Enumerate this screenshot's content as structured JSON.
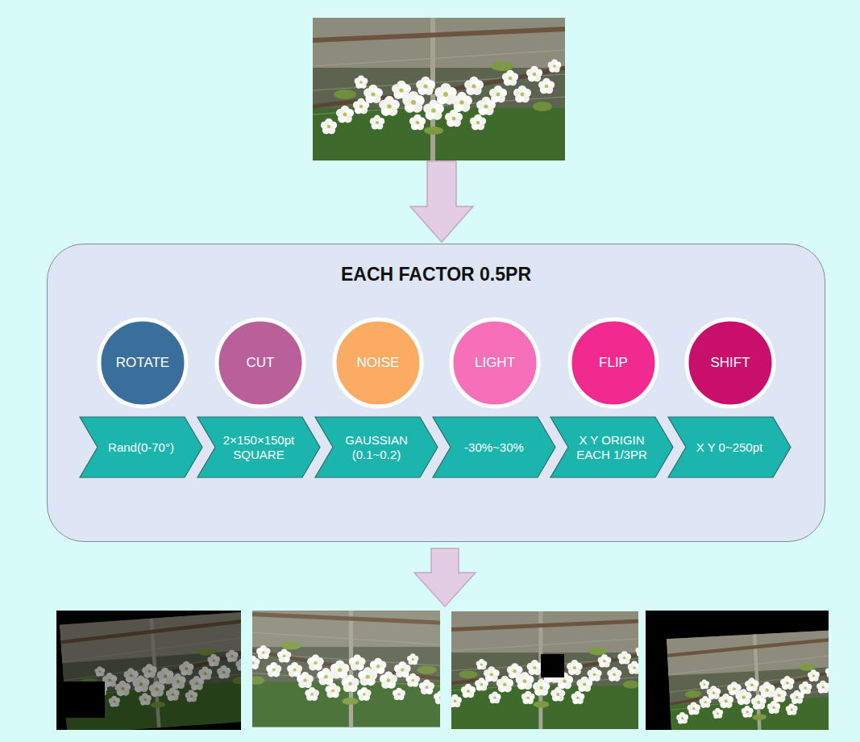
{
  "diagram": {
    "nodes": [
      {
        "text": [
          "EACH FACTOR 0.5PR"
        ]
      },
      {
        "text": [
          "ROTATE"
        ],
        "in": 0
      },
      {
        "text": [
          "CUT"
        ],
        "in": 0
      },
      {
        "text": [
          "NOISE"
        ],
        "in": 0
      },
      {
        "text": [
          "LIGHT"
        ],
        "in": 0
      },
      {
        "text": [
          "FLIP"
        ],
        "in": 0
      },
      {
        "text": [
          "SHIFT"
        ],
        "in": 0
      },
      {
        "text": [
          "Rand(0-70°)"
        ],
        "in": 0
      },
      {
        "text": [
          "2×150×150pt SQUARE"
        ],
        "in": 0
      },
      {
        "text": [
          "GAUSSIAN (0.1~0.2)"
        ],
        "in": 0
      },
      {
        "text": [
          "-30%~30%"
        ],
        "in": 0
      },
      {
        "text": [
          "X Y ORIGIN EACH 1/3PR"
        ],
        "in": 0
      },
      {
        "text": [
          "X Y 0~250pt"
        ],
        "in": 0
      }
    ]
  }
}
